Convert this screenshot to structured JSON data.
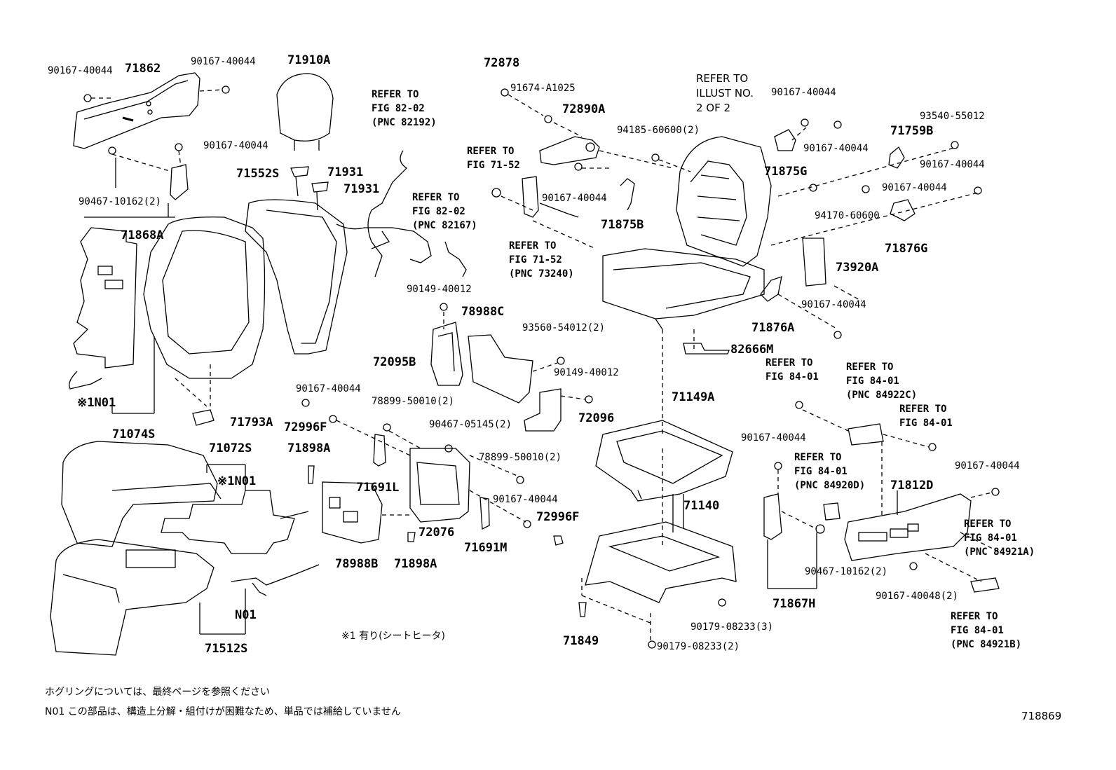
{
  "labels": {
    "p90167_40044_a": "90167-40044",
    "p71862": "71862",
    "p90167_40044_b": "90167-40044",
    "p71910A": "71910A",
    "p90167_40044_c": "90167-40044",
    "p90467_10162_2": "90467-10162(2)",
    "p71868A": "71868A",
    "p71552S": "71552S",
    "p71931_a": "71931",
    "p71931_b": "71931",
    "pN01_a": "※1N01",
    "p71074S": "71074S",
    "p71793A": "71793A",
    "p71072S": "71072S",
    "pN01_b": "※1N01",
    "pN01_c": "N01",
    "p71512S": "71512S",
    "p72878": "72878",
    "p91674_A1025": "91674-A1025",
    "p72890A": "72890A",
    "p90167_40044_d": "90167-40044",
    "p71875B": "71875B",
    "p90149_40012_a": "90149-40012",
    "p78988C": "78988C",
    "p72095B": "72095B",
    "p93560_54012_2": "93560-54012(2)",
    "p90149_40012_b": "90149-40012",
    "p72096": "72096",
    "p90167_40044_e": "90167-40044",
    "p72996F_a": "72996F",
    "p78899_50010_2_a": "78899-50010(2)",
    "p90467_05145_2": "90467-05145(2)",
    "p71898A_a": "71898A",
    "p71691L": "71691L",
    "p78899_50010_2_b": "78899-50010(2)",
    "p90167_40044_f": "90167-40044",
    "p72996F_b": "72996F",
    "p72076": "72076",
    "p71691M": "71691M",
    "p78988B": "78988B",
    "p71898A_b": "71898A",
    "p94185_60600_2": "94185-60600(2)",
    "p90167_40044_g": "90167-40044",
    "p90167_40044_h": "90167-40044",
    "p71875G": "71875G",
    "p93540_55012": "93540-55012",
    "p71759B": "71759B",
    "p90167_40044_i": "90167-40044",
    "p90167_40044_j": "90167-40044",
    "p94170_60600": "94170-60600",
    "p71876G": "71876G",
    "p73920A": "73920A",
    "p90167_40044_k": "90167-40044",
    "p71876A": "71876A",
    "p82666M": "82666M",
    "p71149A": "71149A",
    "p71140": "71140",
    "p90179_08233_3": "90179-08233(3)",
    "p71849": "71849",
    "p90179_08233_2": "90179-08233(2)",
    "p90167_40044_l": "90167-40044",
    "p71812D": "71812D",
    "p90167_40044_m": "90167-40044",
    "p90467_10162_2_b": "90467-10162(2)",
    "p90167_40048_2": "90167-40048(2)",
    "p71867H": "71867H"
  },
  "refers": {
    "r1": "REFER TO\nFIG 82-02\n(PNC 82192)",
    "r2": "REFER TO\nFIG 82-02\n(PNC 82167)",
    "r3": "REFER TO\nFIG 71-52",
    "r4": "REFER TO\nFIG 71-52\n(PNC 73240)",
    "r5": "REFER TO\nILLUST NO.\n2 OF 2",
    "r6": "REFER TO\nFIG 84-01",
    "r7": "REFER TO\nFIG 84-01\n(PNC 84922C)",
    "r8": "REFER TO\nFIG 84-01",
    "r9": "REFER TO\nFIG 84-01\n(PNC 84920D)",
    "r10": "REFER TO\nFIG 84-01\n(PNC 84921A)",
    "r11": "REFER TO\nFIG 84-01\n(PNC 84921B)"
  },
  "notes": {
    "heater": "※1  有り(シートヒータ)",
    "line1": "ホグリングについては、最終ページを参照ください",
    "line2": "N01 この部品は、構造上分解・組付けが困難なため、単品では補給していません",
    "figno": "718869"
  }
}
